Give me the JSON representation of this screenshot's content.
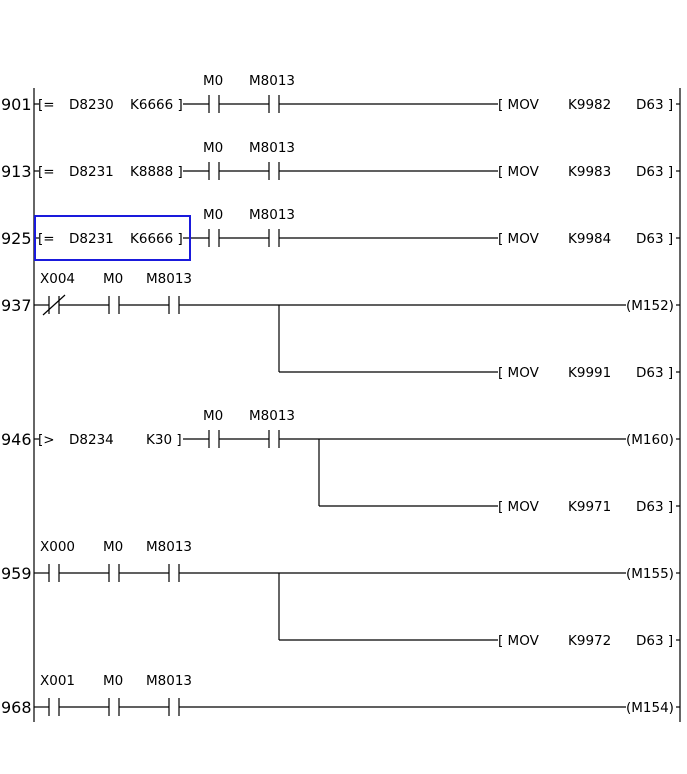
{
  "colors": {
    "cursor": "#1a1adc",
    "wire": "#000000",
    "background": "#ffffff"
  },
  "cursor_step": "925",
  "rungs": [
    {
      "step": "901",
      "compare": {
        "op": "[=",
        "a": "D8230",
        "b": "K6666 ]"
      },
      "contacts": [
        {
          "label": "M0",
          "type": "NO"
        },
        {
          "label": "M8013",
          "type": "NO"
        }
      ],
      "outputs": [
        {
          "kind": "instr",
          "text": [
            "[ MOV",
            "K9982",
            "D63  ]"
          ]
        }
      ]
    },
    {
      "step": "913",
      "compare": {
        "op": "[=",
        "a": "D8231",
        "b": "K8888 ]"
      },
      "contacts": [
        {
          "label": "M0",
          "type": "NO"
        },
        {
          "label": "M8013",
          "type": "NO"
        }
      ],
      "outputs": [
        {
          "kind": "instr",
          "text": [
            "[ MOV",
            "K9983",
            "D63  ]"
          ]
        }
      ]
    },
    {
      "step": "925",
      "compare": {
        "op": "[=",
        "a": "D8231",
        "b": "K6666 ]"
      },
      "contacts": [
        {
          "label": "M0",
          "type": "NO"
        },
        {
          "label": "M8013",
          "type": "NO"
        }
      ],
      "outputs": [
        {
          "kind": "instr",
          "text": [
            "[ MOV",
            "K9984",
            "D63  ]"
          ]
        }
      ]
    },
    {
      "step": "937",
      "compare": null,
      "contacts": [
        {
          "label": "X004",
          "type": "NC"
        },
        {
          "label": "M0",
          "type": "NO"
        },
        {
          "label": "M8013",
          "type": "NO"
        }
      ],
      "outputs": [
        {
          "kind": "coil",
          "text": "(M152)"
        },
        {
          "kind": "instr",
          "text": [
            "[ MOV",
            "K9991",
            "D63  ]"
          ]
        }
      ]
    },
    {
      "step": "946",
      "compare": {
        "op": "[>",
        "a": "D8234",
        "b": "K30 ]"
      },
      "contacts": [
        {
          "label": "M0",
          "type": "NO"
        },
        {
          "label": "M8013",
          "type": "NO"
        }
      ],
      "outputs": [
        {
          "kind": "coil",
          "text": "(M160)"
        },
        {
          "kind": "instr",
          "text": [
            "[ MOV",
            "K9971",
            "D63  ]"
          ]
        }
      ]
    },
    {
      "step": "959",
      "compare": null,
      "contacts": [
        {
          "label": "X000",
          "type": "NO"
        },
        {
          "label": "M0",
          "type": "NO"
        },
        {
          "label": "M8013",
          "type": "NO"
        }
      ],
      "outputs": [
        {
          "kind": "coil",
          "text": "(M155)"
        },
        {
          "kind": "instr",
          "text": [
            "[ MOV",
            "K9972",
            "D63  ]"
          ]
        }
      ]
    },
    {
      "step": "968",
      "compare": null,
      "contacts": [
        {
          "label": "X001",
          "type": "NO"
        },
        {
          "label": "M0",
          "type": "NO"
        },
        {
          "label": "M8013",
          "type": "NO"
        }
      ],
      "outputs": [
        {
          "kind": "coil",
          "text": "(M154)"
        }
      ]
    }
  ]
}
